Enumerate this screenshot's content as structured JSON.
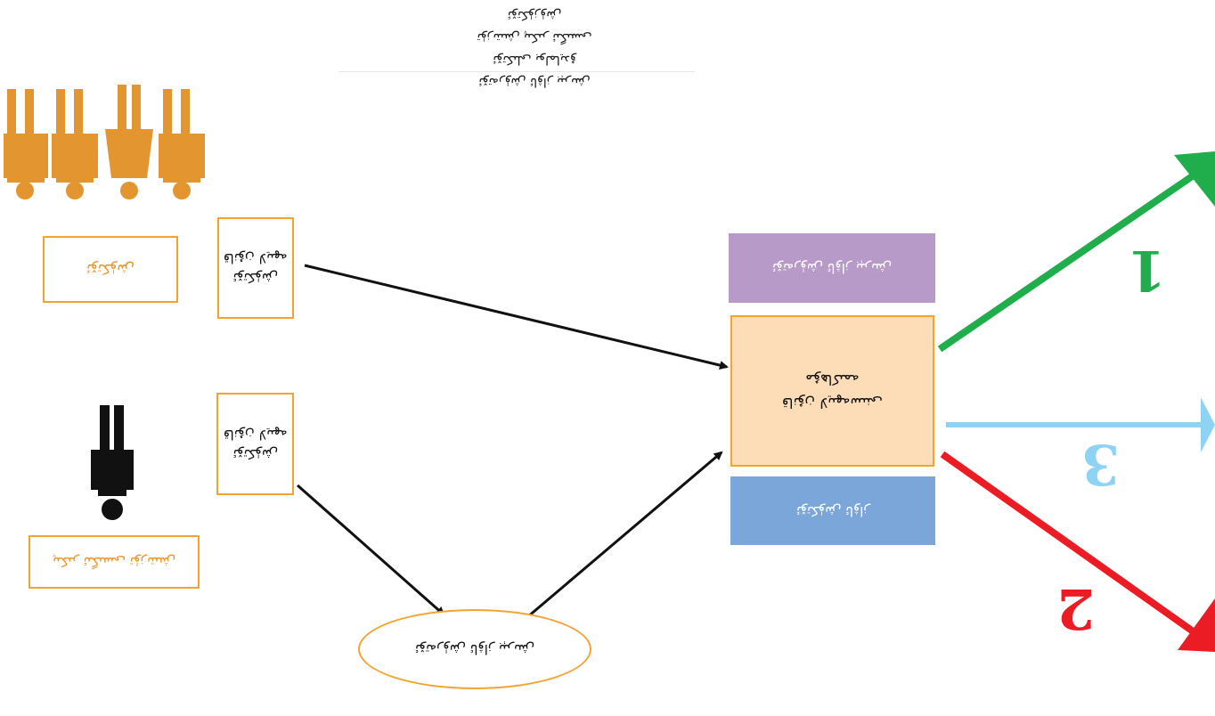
{
  "legend": {
    "items": [
      "ئۆتەرۈش ئاۋاز بېرىش",
      "ئۆتكىلى بولمايدۇ",
      "تۈزىتىش پىكىر ئىگىسى",
      "ئۆتكۈزۈش"
    ]
  },
  "people": {
    "group_label": "ئۆتكۈش",
    "single_label": "پىكىر ئىگىسى تۈزىتىش"
  },
  "inputs": {
    "top_label": [
      "ئۆتكۈش",
      "قانۇن لايىھە"
    ],
    "bottom_label": [
      "ئۆتكۈش",
      "قانۇن لايىھە"
    ]
  },
  "ellipse": {
    "label": "ئۆتەرۈش ئاۋاز بېرىش"
  },
  "center": {
    "top_bar": "ئۆتەرۈش ئاۋاز بېرىش",
    "main_lines": [
      "قانۇن لايىھەسىنى",
      "مۇھاكىمە"
    ],
    "bottom_bar": "ئۆتكۈش ئاۋاز"
  },
  "outcomes": [
    {
      "number": "1",
      "color": "#1fae4b"
    },
    {
      "number": "3",
      "color": "#8fd3f4"
    },
    {
      "number": "2",
      "color": "#ec1c24"
    }
  ],
  "colors": {
    "orange": "#e8952a",
    "black": "#111111",
    "purple": "#b89ac8",
    "peach": "#fddcb8",
    "blue": "#7ba6d9",
    "green": "#1fae4b",
    "lightblue": "#8fd3f4",
    "red": "#ec1c24"
  }
}
